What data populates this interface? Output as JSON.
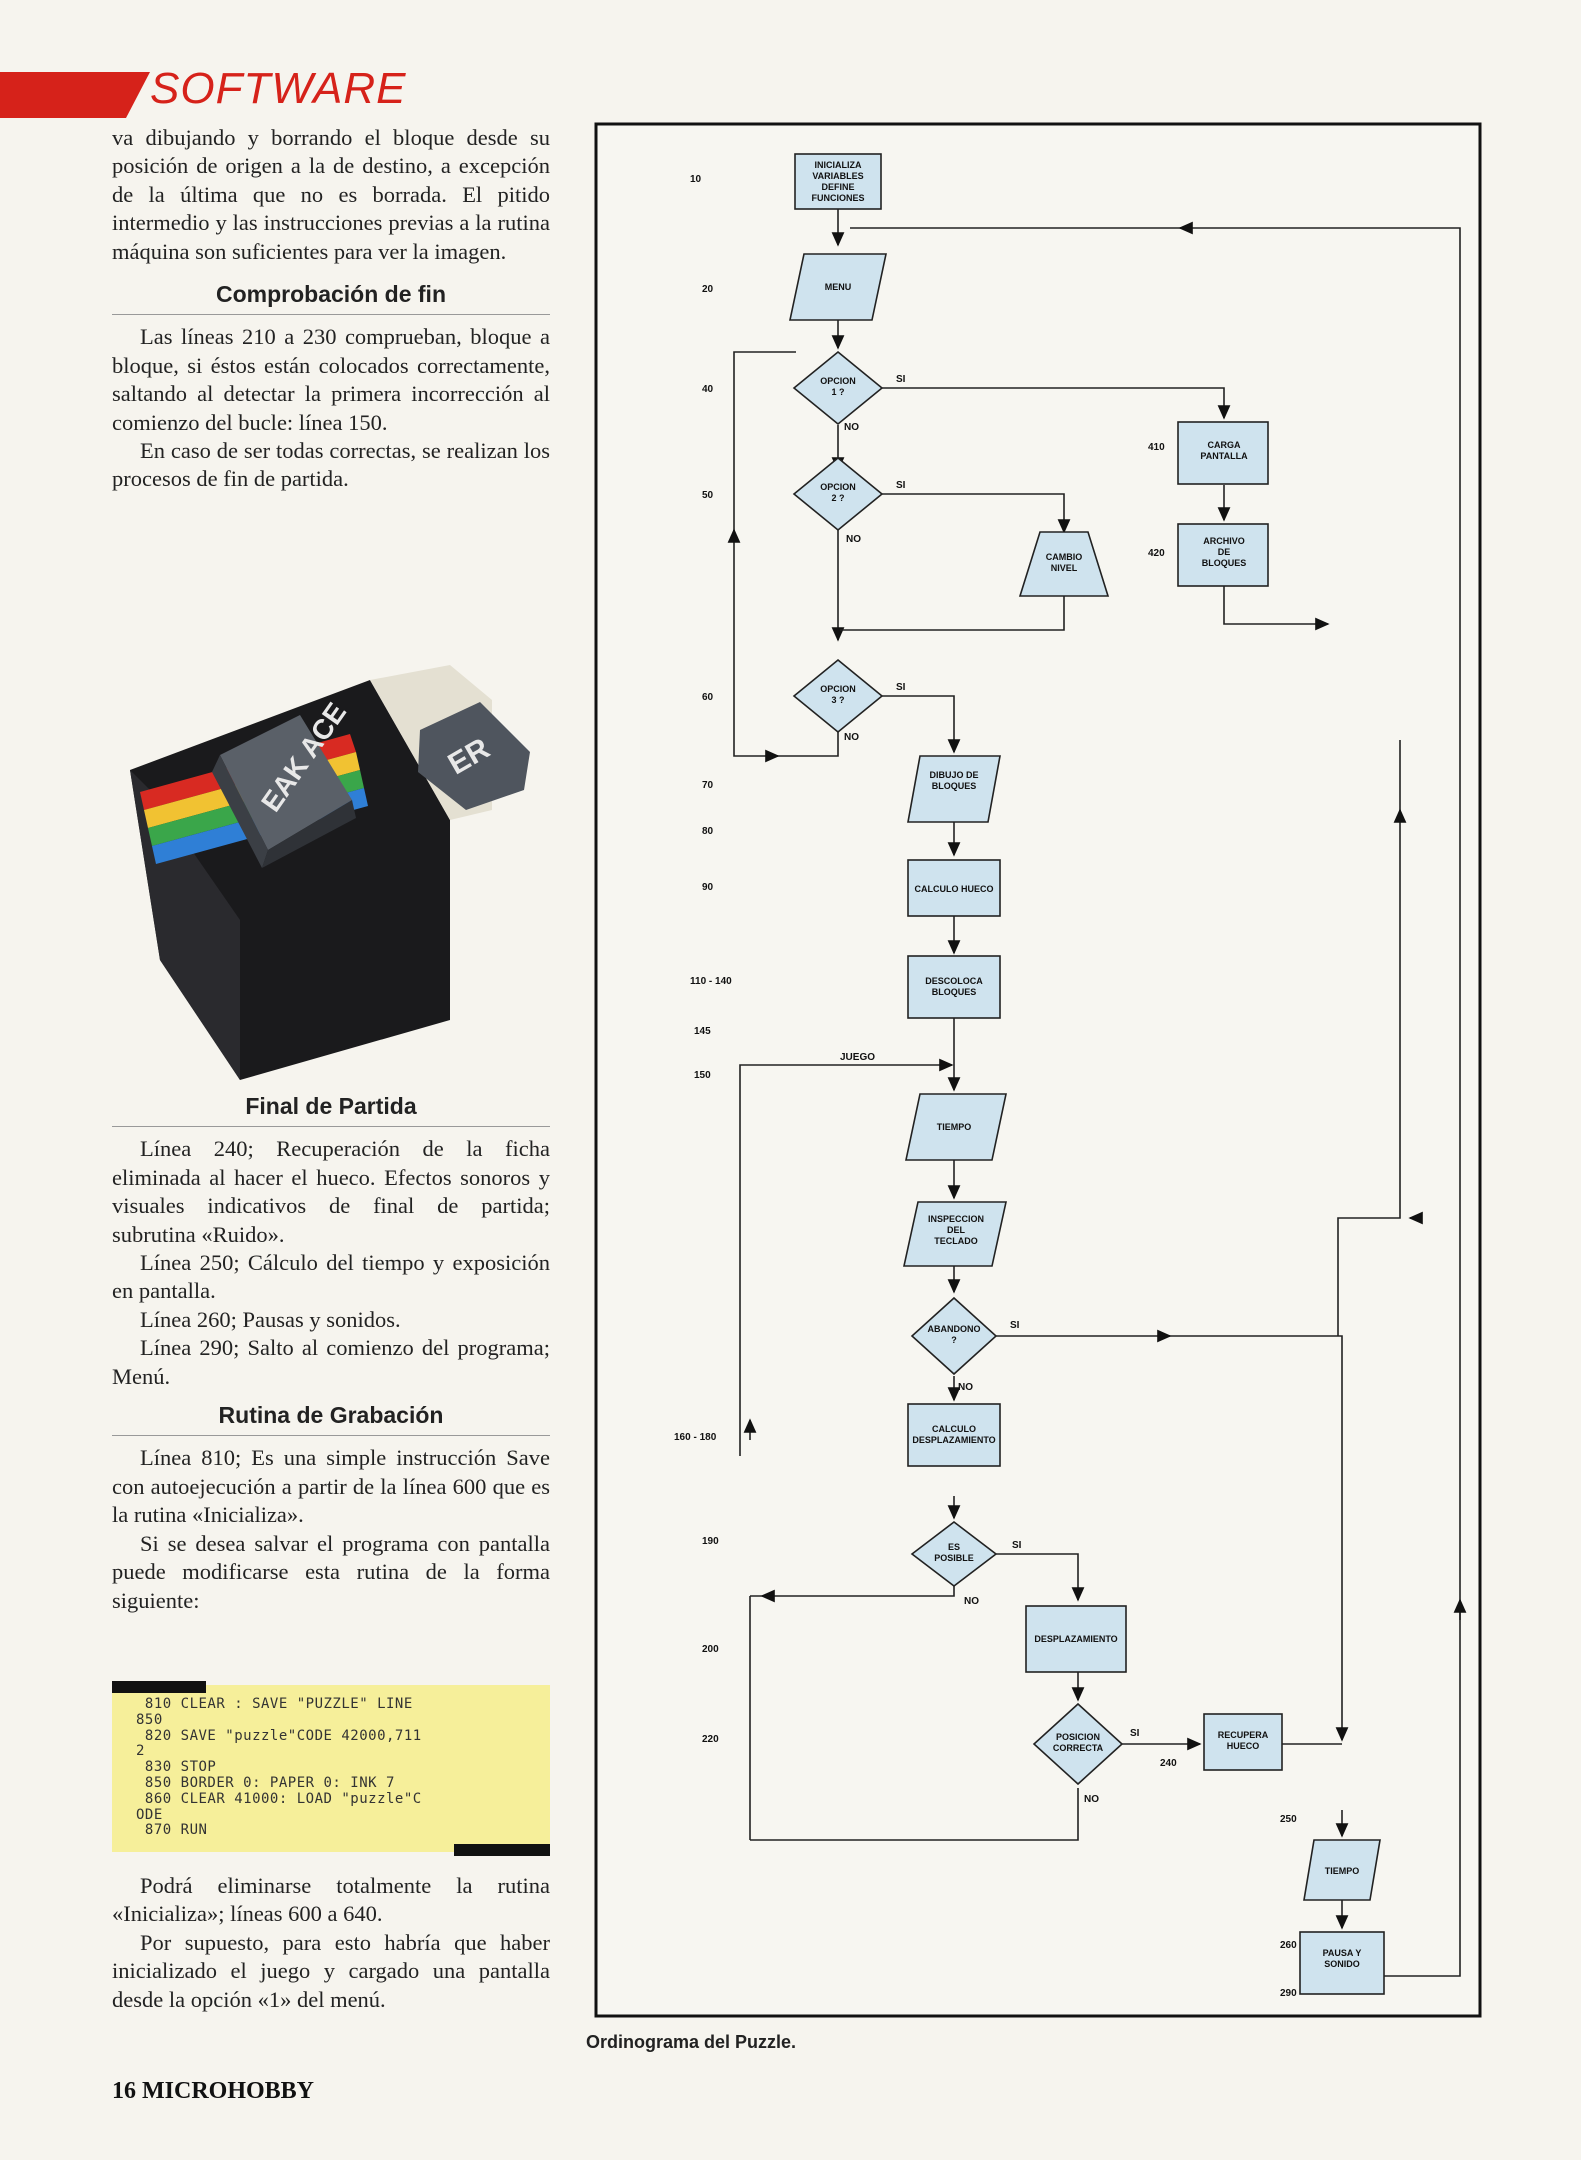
{
  "section": "SOFTWARE",
  "intro_text": "va dibujando y borrando el bloque desde su posición de origen a la de destino, a excepción de la última que no es borrada. El pitido intermedio y las instrucciones previas a la rutina máquina son suficientes para ver la imagen.",
  "sec1": {
    "title": "Comprobación de fin",
    "p1": "Las líneas 210 a 230 comprueban, bloque a bloque, si éstos están colocados correctamente, saltando al detectar la primera incorrección al comienzo del bucle: línea 150.",
    "p2": "En caso de ser todas correctas, se realizan los procesos de fin de partida."
  },
  "photo": {
    "key1": "EAK ACE",
    "key2": "ER"
  },
  "sec2": {
    "title": "Final de Partida",
    "p1": "Línea 240; Recuperación de la ficha eliminada al hacer el hueco. Efectos sonoros y visuales indicativos de final de partida; subrutina «Ruido».",
    "p2": "Línea 250; Cálculo del tiempo y exposición en pantalla.",
    "p3": "Línea 260; Pausas y sonidos.",
    "p4": "Línea 290; Salto al comienzo del programa; Menú."
  },
  "sec3": {
    "title": "Rutina de Grabación",
    "p1": "Línea 810; Es una simple instrucción Save con autoejecución a partir de la línea 600 que es la rutina «Inicializa».",
    "p2": "Si se desea salvar el programa con pantalla puede modificarse esta rutina de la forma siguiente:"
  },
  "code": " 810 CLEAR : SAVE \"PUZZLE\" LINE\n850\n 820 SAVE \"puzzle\"CODE 42000,711\n2\n 830 STOP\n 850 BORDER 0: PAPER 0: INK 7\n 860 CLEAR 41000: LOAD \"puzzle\"C\nODE\n 870 RUN",
  "after_code": {
    "p1": "Podrá eliminarse totalmente la rutina «Inicializa»; líneas 600 a 640.",
    "p2": "Por supuesto, para esto habría que haber inicializado el juego y cargado una pantalla desde la opción «1» del menú."
  },
  "footer": "16 MICROHOBBY",
  "caption": "Ordinograma del Puzzle.",
  "flowchart": {
    "line_numbers": [
      "10",
      "20",
      "40",
      "50",
      "60",
      "70",
      "80",
      "90",
      "110 - 140",
      "145",
      "150",
      "160 - 180",
      "190",
      "200",
      "220",
      "240",
      "250",
      "260",
      "290",
      "410",
      "420"
    ],
    "nodes": {
      "inicializa": "INICIALIZA VARIABLES DEFINE FUNCIONES",
      "menu": "MENU",
      "opcion1": "OPCION 1 ?",
      "opcion2": "OPCION 2 ?",
      "opcion3": "OPCION 3 ?",
      "cambio_nivel": "CAMBIO NIVEL",
      "carga_pantalla": "CARGA PANTALLA",
      "archivo_bloques": "ARCHIVO DE BLOQUES",
      "dibujo_bloques": "DIBUJO DE BLOQUES",
      "calculo_hueco": "CALCULO HUECO",
      "descoloca_bloques": "DESCOLOCA BLOQUES",
      "tiempo1": "TIEMPO",
      "inspeccion_teclado": "INSPECCION DEL TECLADO",
      "abandono": "ABANDONO ?",
      "calculo_desplazamiento": "CALCULO DESPLAZAMIENTO",
      "es_posible": "ES POSIBLE",
      "desplazamiento": "DESPLAZAMIENTO",
      "posicion_correcta": "POSICION CORRECTA",
      "recupera_hueco": "RECUPERA HUECO",
      "tiempo2": "TIEMPO",
      "pausa_sonido": "PAUSA Y SONIDO"
    },
    "labels": {
      "si": "SI",
      "no": "NO",
      "juego": "JUEGO"
    }
  }
}
